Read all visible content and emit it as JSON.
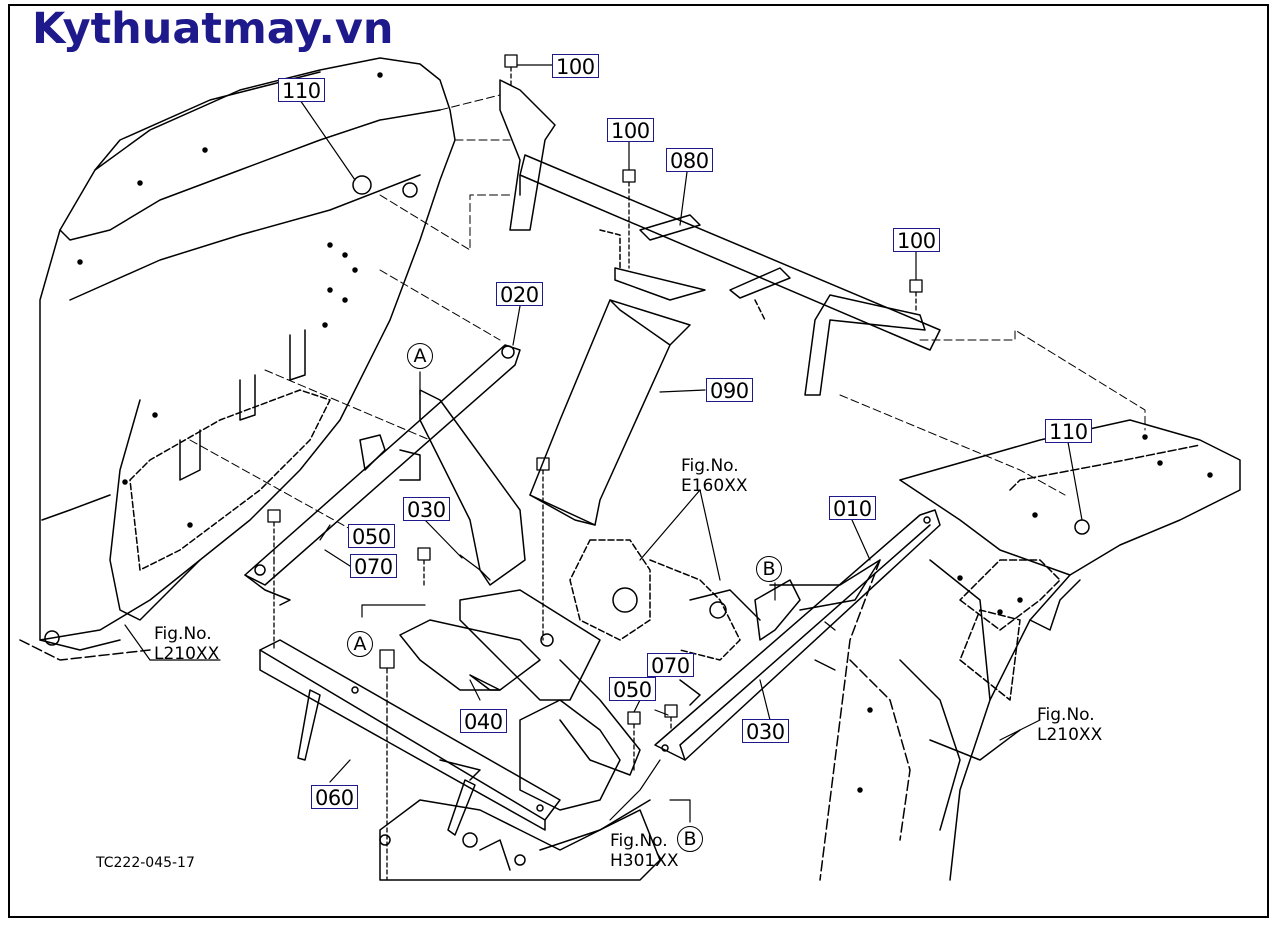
{
  "brand": {
    "text": "Kythuatmay.vn",
    "color": "#1f1a8c"
  },
  "drawing_code": "TC222-045-17",
  "callouts": [
    {
      "id": "c100a",
      "label": "100"
    },
    {
      "id": "c100b",
      "label": "100"
    },
    {
      "id": "c100c",
      "label": "100"
    },
    {
      "id": "c110a",
      "label": "110"
    },
    {
      "id": "c110b",
      "label": "110"
    },
    {
      "id": "c080",
      "label": "080"
    },
    {
      "id": "c020",
      "label": "020"
    },
    {
      "id": "c090",
      "label": "090"
    },
    {
      "id": "c030a",
      "label": "030"
    },
    {
      "id": "c050a",
      "label": "050"
    },
    {
      "id": "c070a",
      "label": "070"
    },
    {
      "id": "c010",
      "label": "010"
    },
    {
      "id": "c070b",
      "label": "070"
    },
    {
      "id": "c050b",
      "label": "050"
    },
    {
      "id": "c040",
      "label": "040"
    },
    {
      "id": "c030b",
      "label": "030"
    },
    {
      "id": "c060",
      "label": "060"
    }
  ],
  "figure_refs": [
    {
      "id": "fE160",
      "line1": "Fig.No.",
      "line2": "E160XX"
    },
    {
      "id": "fL210a",
      "line1": "Fig.No.",
      "line2": "L210XX"
    },
    {
      "id": "fL210b",
      "line1": "Fig.No.",
      "line2": "L210XX"
    },
    {
      "id": "fH301",
      "line1": "Fig.No.",
      "line2": "H301XX"
    }
  ],
  "markers": [
    {
      "id": "mA1",
      "label": "A"
    },
    {
      "id": "mA2",
      "label": "A"
    },
    {
      "id": "mB1",
      "label": "B"
    },
    {
      "id": "mB2",
      "label": "B"
    }
  ],
  "colors": {
    "callout_border": "#1f1a8c",
    "line": "#000000"
  }
}
